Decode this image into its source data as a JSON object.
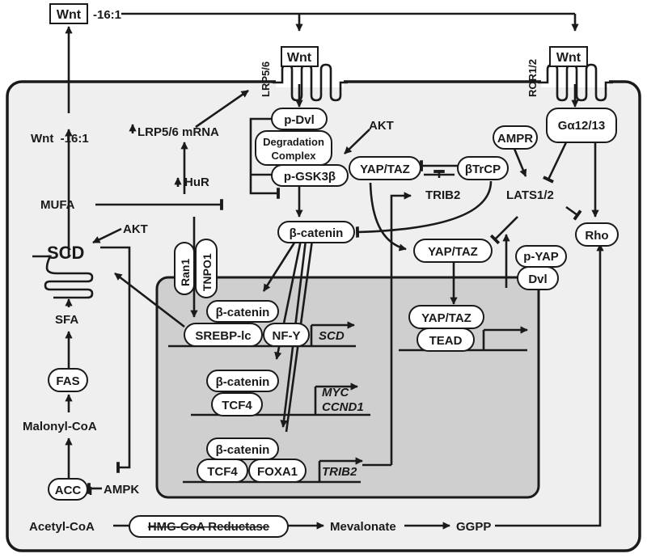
{
  "extracellular": {
    "wnt_palmitoleate_box": "Wnt",
    "wnt_palmitoleate_suffix": "-16:1",
    "wnt_lrp": "Wnt",
    "wnt_ror": "Wnt"
  },
  "receptors": {
    "lrp": "LRP5/6",
    "ror": "ROR1/2"
  },
  "cytoplasm": {
    "wnt_1_6": "Wnt  -16:1",
    "lrp_mrna": "LRP5/6 mRNA",
    "hur": "HuR",
    "mufa": "MUFA",
    "akt_scd": "AKT",
    "scd": "SCD",
    "sfa": "SFA",
    "fas": "FAS",
    "malonyl": "Malonyl-CoA",
    "acc": "ACC",
    "ampk": "AMPK",
    "acetyl": "Acetyl-CoA",
    "hmg": "HMG-CoA Reductase",
    "mevalonate": "Mevalonate",
    "ggpp": "GGPP",
    "ran1": "Ran1",
    "tnpo1": "TNPO1",
    "pdvl": "p-Dvl",
    "degradation": [
      "Degradation",
      "Complex"
    ],
    "pgsk3b": "p-GSK3β",
    "akt_gsk": "AKT",
    "bcatenin": "β-catenin",
    "yaptaz_cyto": "YAP/TAZ",
    "btrcp": "βTrCP",
    "trib2": "TRIB2",
    "ampr": "AMPR",
    "lats": "LATS1/2",
    "galpha": "Gα12/13",
    "rho": "Rho",
    "yaptaz_mid": "YAP/TAZ",
    "pyap": "p-YAP",
    "dvl": "Dvl"
  },
  "nucleus": {
    "bcat1": "β-catenin",
    "srebp": "SREBP-lc",
    "nfy": "NF-Y",
    "gene_scd": "SCD",
    "bcat2": "β-catenin",
    "tcf4_a": "TCF4",
    "gene_myc": "MYC",
    "gene_ccnd1": "CCND1",
    "bcat3": "β-catenin",
    "tcf4_b": "TCF4",
    "foxa1": "FOXA1",
    "gene_trib2": "TRIB2",
    "yaptaz_nuc": "YAP/TAZ",
    "tead": "TEAD"
  }
}
